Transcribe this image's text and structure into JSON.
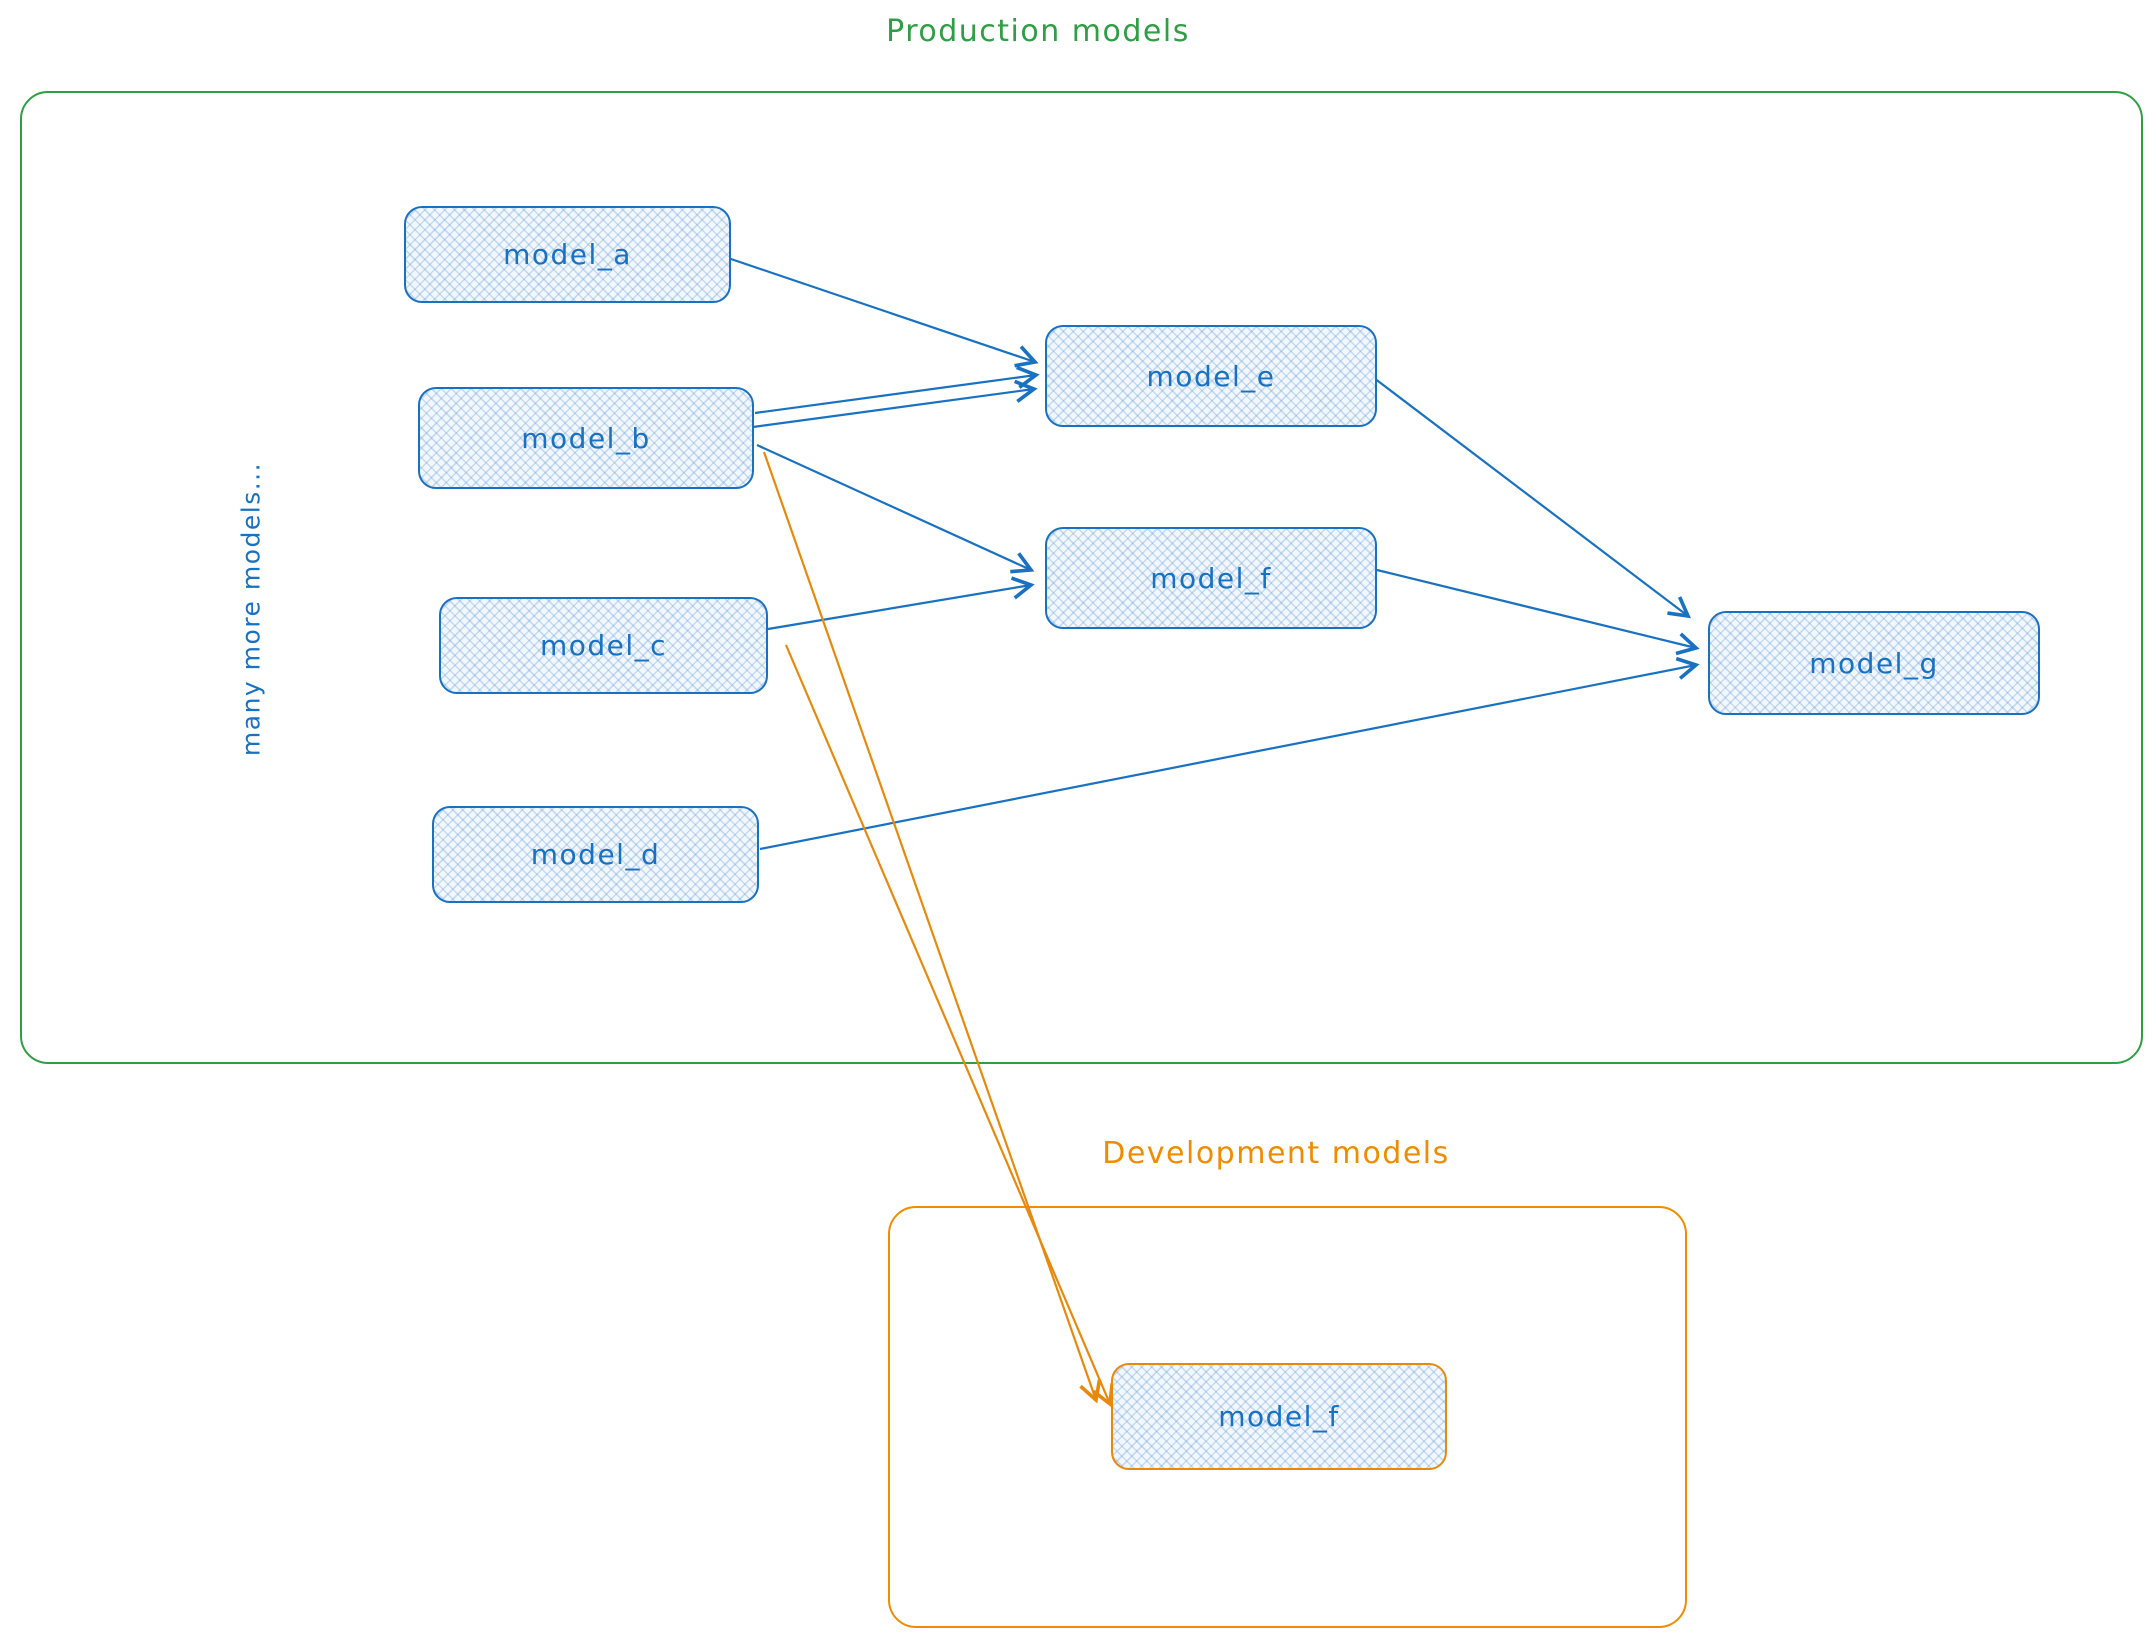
{
  "titles": {
    "production": "Production models",
    "development": "Development models"
  },
  "side_note": "many more models...",
  "nodes": {
    "a": {
      "label": "model_a"
    },
    "b": {
      "label": "model_b"
    },
    "c": {
      "label": "model_c"
    },
    "d": {
      "label": "model_d"
    },
    "e": {
      "label": "model_e"
    },
    "f": {
      "label": "model_f"
    },
    "g": {
      "label": "model_g"
    },
    "dev_f": {
      "label": "model_f"
    }
  },
  "edges": [
    {
      "from": "model_a",
      "to": "model_e",
      "color": "blue"
    },
    {
      "from": "model_b",
      "to": "model_e",
      "color": "blue"
    },
    {
      "from": "model_b",
      "to": "model_f",
      "color": "blue"
    },
    {
      "from": "model_c",
      "to": "model_f",
      "color": "blue"
    },
    {
      "from": "model_e",
      "to": "model_g",
      "color": "blue"
    },
    {
      "from": "model_f",
      "to": "model_g",
      "color": "blue"
    },
    {
      "from": "model_d",
      "to": "model_g",
      "color": "blue"
    },
    {
      "from": "model_b",
      "to": "model_f (development)",
      "color": "orange"
    },
    {
      "from": "model_c",
      "to": "model_f (development)",
      "color": "orange"
    }
  ],
  "colors": {
    "blue": "#1971c2",
    "green": "#2f9e44",
    "orange": "#e8890c",
    "node_fill": "#f2f7fd"
  }
}
